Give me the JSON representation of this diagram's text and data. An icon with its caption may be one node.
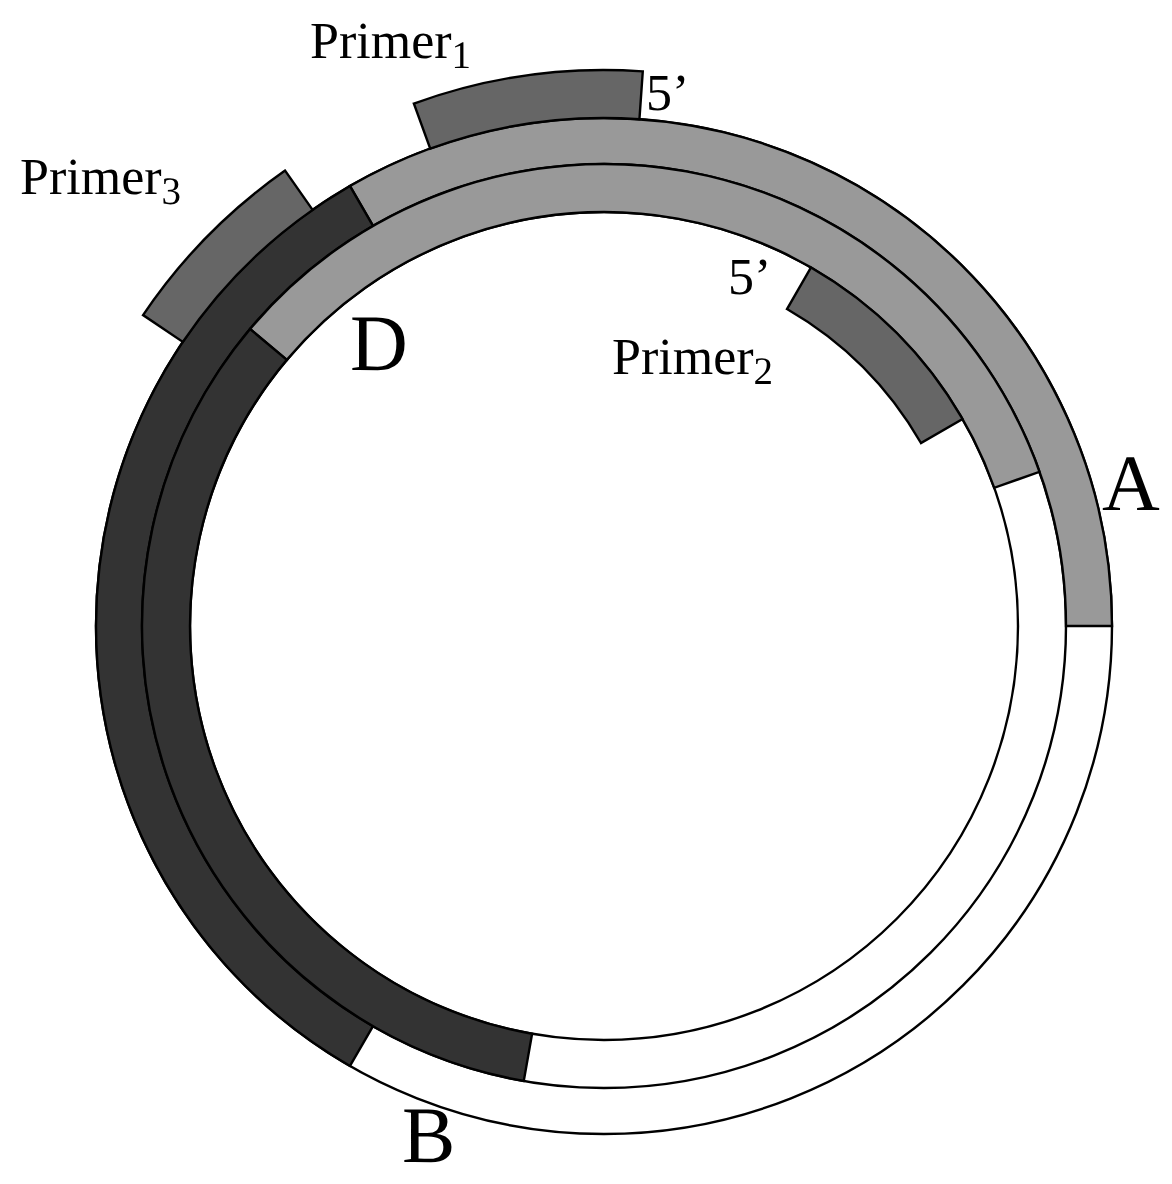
{
  "diagram": {
    "labels": [
      "Primer$_{1}$",
      "5’",
      "Primer$_{3}$",
      "5’",
      "D",
      "Primer$_{2}$",
      "A",
      "B"
    ]
  }
}
